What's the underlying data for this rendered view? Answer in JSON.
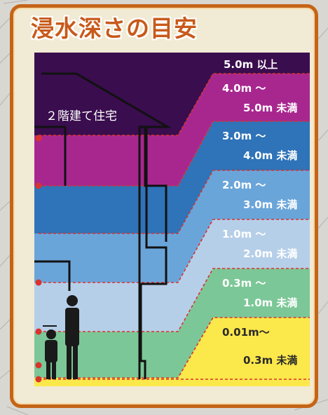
{
  "title": "浸水深さの目安",
  "house_label": "２階建て住宅",
  "levels": [
    {
      "line1": "5.0m 以上",
      "line2": "",
      "color": "#3a0d4e",
      "text_color": "#ffffff"
    },
    {
      "line1": "4.0m ～",
      "line2": "5.0m 未満",
      "color": "#a8278f",
      "text_color": "#ffffff"
    },
    {
      "line1": "3.0m ～",
      "line2": "4.0m 未満",
      "color": "#2f73b8",
      "text_color": "#ffffff"
    },
    {
      "line1": "2.0m ～",
      "line2": "3.0m 未満",
      "color": "#6aa5da",
      "text_color": "#ffffff"
    },
    {
      "line1": "1.0m ～",
      "line2": "2.0m 未満",
      "color": "#b6cfe8",
      "text_color": "#ffffff"
    },
    {
      "line1": "0.3m ～",
      "line2": "1.0m 未満",
      "color": "#7cc797",
      "text_color": "#ffffff"
    },
    {
      "line1": "0.01m～",
      "line2": "0.3m 未満",
      "color": "#fbe84a",
      "text_color": "#2a2a2a"
    }
  ],
  "colors": {
    "frame": "#c56417",
    "panel": "#f1ead4",
    "title": "#c8591a",
    "marker": "#d9332e"
  }
}
